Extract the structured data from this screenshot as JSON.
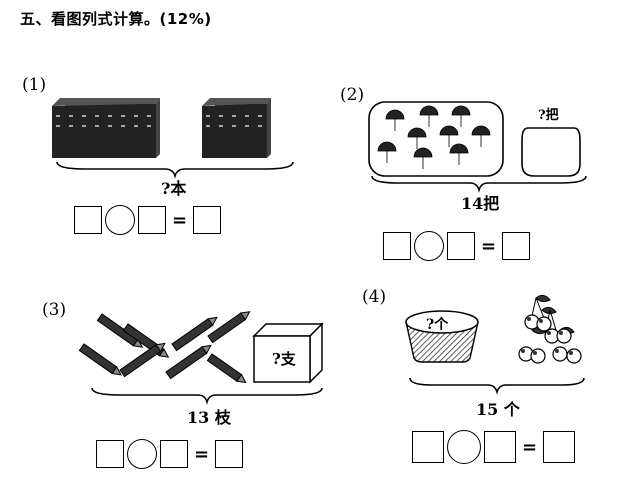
{
  "title": "五、看图列式计算。(12%)",
  "problems": [
    {
      "label": "(1)",
      "question": "?本"
    },
    {
      "label": "(2)",
      "question": "14把",
      "basket_label": "?把"
    },
    {
      "label": "(3)",
      "question": "13 枝",
      "box_label": "?支"
    },
    {
      "label": "(4)",
      "question": "15 个",
      "bowl_label": "?个"
    }
  ],
  "equation": {
    "equals": "="
  }
}
